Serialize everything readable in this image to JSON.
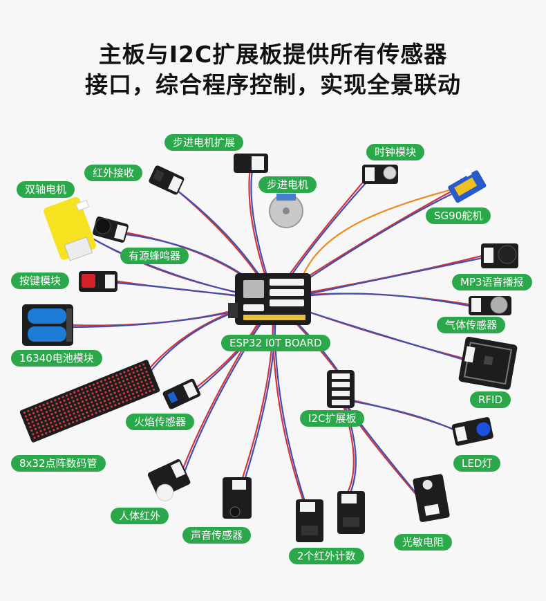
{
  "title": {
    "line1": "主板与I2C扩展板提供所有传感器",
    "line2": "接口，综合程序控制，实现全景联动"
  },
  "board_label": "ESP32 I0T BOARD",
  "i2c_label": "I2C扩展板",
  "modules": {
    "stepper_expansion": "步进电机扩展",
    "stepper_motor": "步进电机",
    "ir_receiver": "红外接收",
    "dual_axis_motor": "双轴电机",
    "active_buzzer": "有源蜂鸣器",
    "button_module": "按键模块",
    "battery_module": "16340电池模块",
    "matrix_display": "8x32点阵数码管",
    "flame_sensor": "火焰传感器",
    "pir_sensor": "人体红外",
    "sound_sensor": "声音传感器",
    "ir_counter": "2个红外计数",
    "photoresistor": "光敏电阻",
    "led_light": "LED灯",
    "rfid": "RFID",
    "gas_sensor": "气体传感器",
    "mp3_module": "MP3语音播报",
    "servo": "SG90舵机",
    "clock_module": "时钟模块"
  },
  "colors": {
    "label_bg": "#2aa84a",
    "pcb": "#1d1d1f",
    "wire_red": "#d0343c",
    "wire_blue": "#3d4fb0"
  }
}
